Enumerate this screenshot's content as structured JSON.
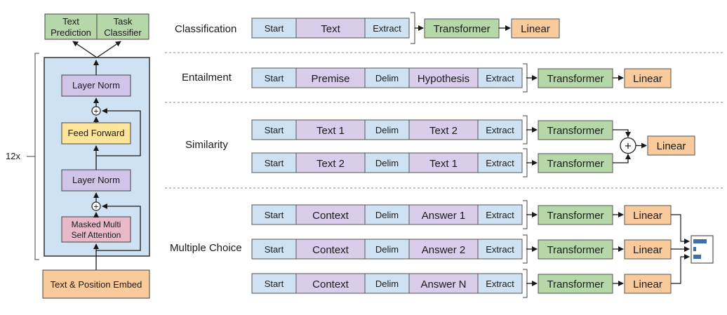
{
  "colors": {
    "blue": "#cfe2f3",
    "purple": "#d9cdeb",
    "green": "#b6d7a8",
    "orange": "#f9cb9c",
    "yellow": "#ffe599",
    "pink": "#e6b8c8",
    "panel": "#cfe2f3",
    "stroke": "#444444"
  },
  "left": {
    "heads": [
      "Text Prediction",
      "Task Classifier"
    ],
    "heads_lines": [
      [
        "Text",
        "Prediction"
      ],
      [
        "Task",
        "Classifier"
      ]
    ],
    "layer_norm_top": "Layer Norm",
    "feed_forward": "Feed Forward",
    "layer_norm_bottom": "Layer Norm",
    "attention": [
      "Masked Multi",
      "Self Attention"
    ],
    "embed": "Text & Position Embed",
    "repeat": "12x",
    "add_symbol": "+"
  },
  "tasks": {
    "classification": "Classification",
    "entailment": "Entailment",
    "similarity": "Similarity",
    "multiple_choice": "Multiple Choice"
  },
  "blocks": {
    "transformer": "Transformer",
    "linear": "Linear",
    "plus": "+"
  },
  "sequences": {
    "classification": [
      "Start",
      "Text",
      "Extract"
    ],
    "entailment": [
      "Start",
      "Premise",
      "Delim",
      "Hypothesis",
      "Extract"
    ],
    "similarity_1": [
      "Start",
      "Text 1",
      "Delim",
      "Text 2",
      "Extract"
    ],
    "similarity_2": [
      "Start",
      "Text 2",
      "Delim",
      "Text 1",
      "Extract"
    ],
    "choice_1": [
      "Start",
      "Context",
      "Delim",
      "Answer 1",
      "Extract"
    ],
    "choice_2": [
      "Start",
      "Context",
      "Delim",
      "Answer 2",
      "Extract"
    ],
    "choice_n": [
      "Start",
      "Context",
      "Delim",
      "Answer N",
      "Extract"
    ]
  },
  "icons": {
    "softmax": "bar-chart-icon",
    "add": "plus-circle-icon"
  }
}
